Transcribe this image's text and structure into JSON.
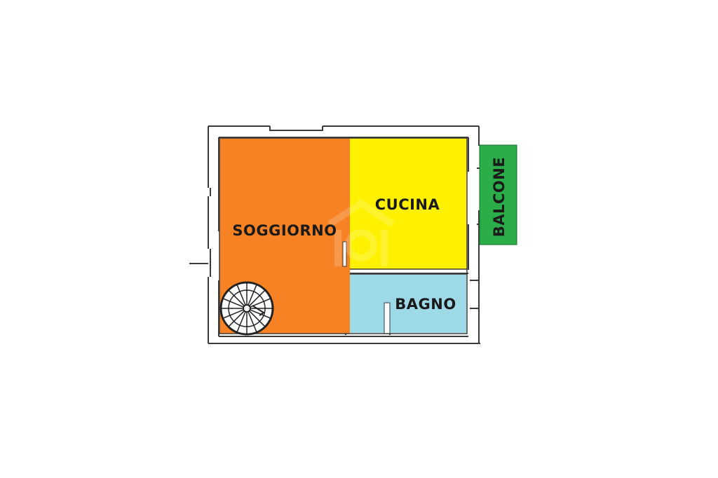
{
  "floorplan": {
    "rooms": {
      "soggiorno": {
        "label": "SOGGIORNO",
        "color": "#f78223"
      },
      "cucina": {
        "label": "CUCINA",
        "color": "#fff100"
      },
      "bagno": {
        "label": "BAGNO",
        "color": "#9ed9e8"
      },
      "balcone": {
        "label": "BALCONE",
        "color": "#2bae4a"
      }
    },
    "wall_color": "#3a3a3a",
    "stair_icon": "spiral-staircase",
    "watermark_icon": "house-logo-watermark"
  }
}
